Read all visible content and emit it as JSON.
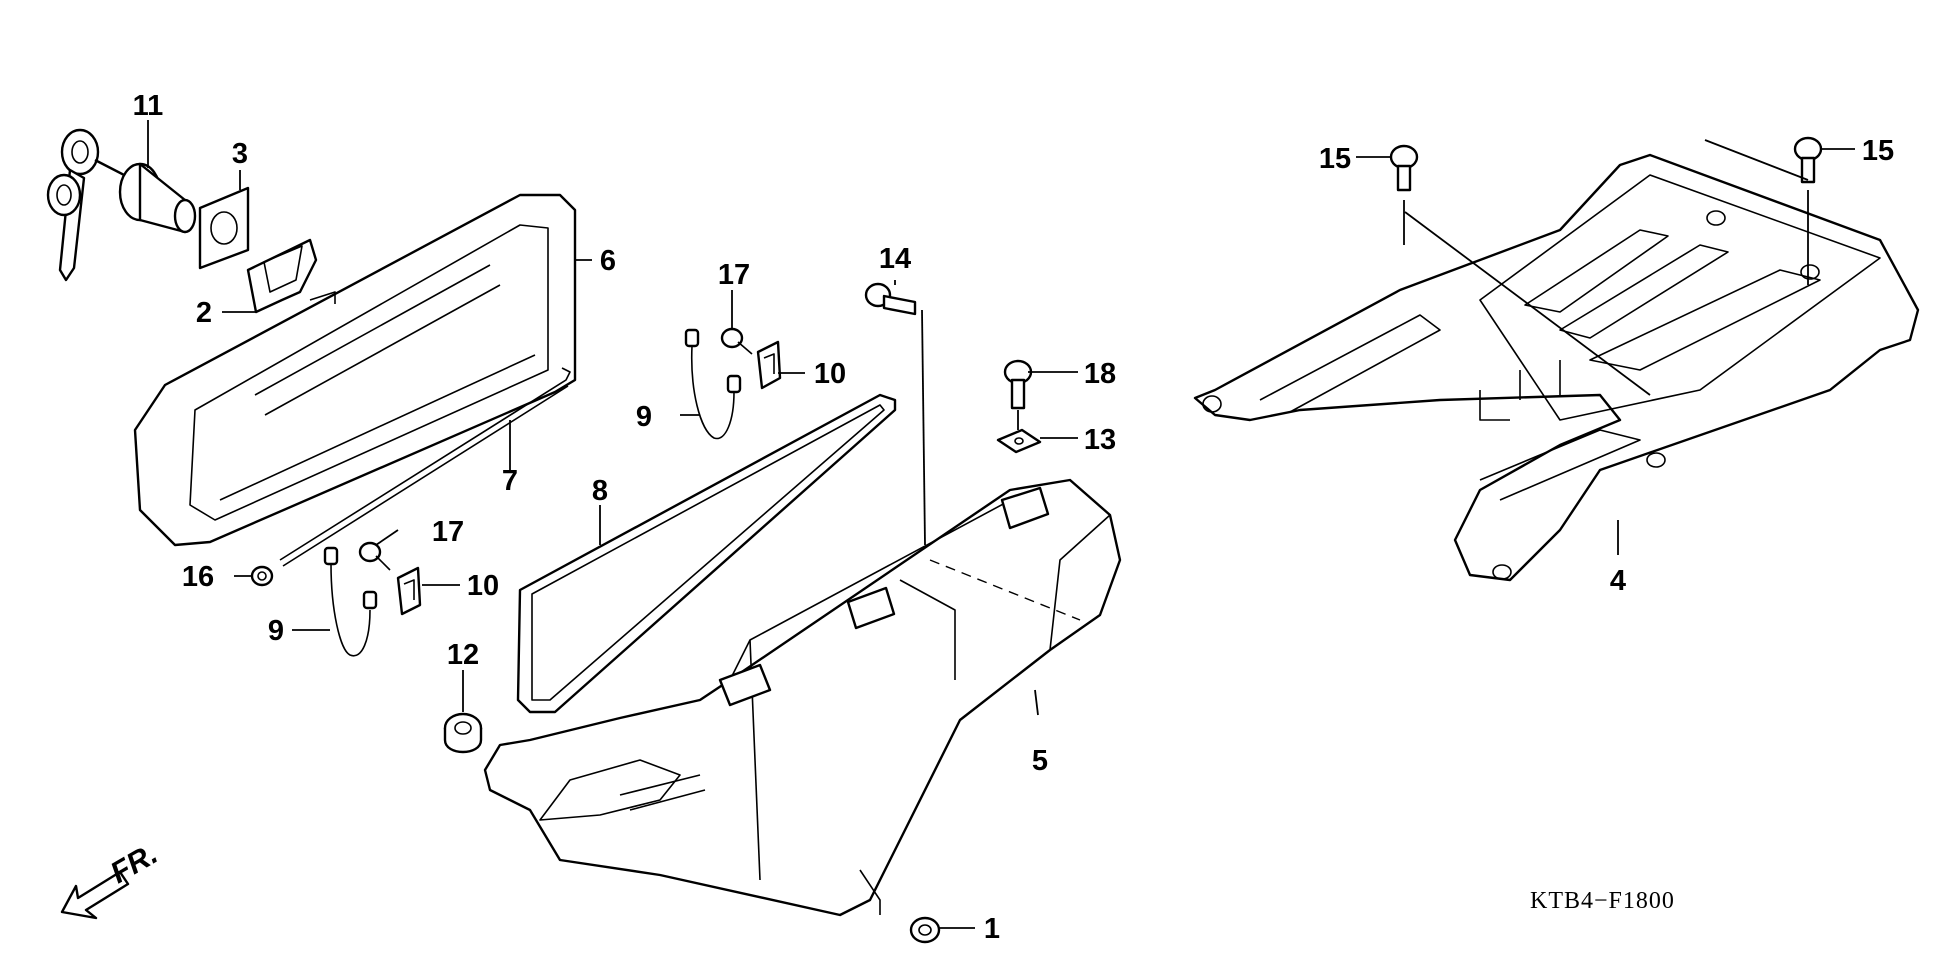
{
  "diagram": {
    "code": "KTB4−F1800",
    "direction_marker": "FR.",
    "callouts": [
      {
        "id": "c1",
        "label": "1"
      },
      {
        "id": "c2",
        "label": "2"
      },
      {
        "id": "c3",
        "label": "3"
      },
      {
        "id": "c4",
        "label": "4"
      },
      {
        "id": "c5",
        "label": "5"
      },
      {
        "id": "c6",
        "label": "6"
      },
      {
        "id": "c7",
        "label": "7"
      },
      {
        "id": "c8",
        "label": "8"
      },
      {
        "id": "c9a",
        "label": "9"
      },
      {
        "id": "c9b",
        "label": "9"
      },
      {
        "id": "c10a",
        "label": "10"
      },
      {
        "id": "c10b",
        "label": "10"
      },
      {
        "id": "c11",
        "label": "11"
      },
      {
        "id": "c12",
        "label": "12"
      },
      {
        "id": "c13",
        "label": "13"
      },
      {
        "id": "c14",
        "label": "14"
      },
      {
        "id": "c15a",
        "label": "15"
      },
      {
        "id": "c15b",
        "label": "15"
      },
      {
        "id": "c16",
        "label": "16"
      },
      {
        "id": "c17a",
        "label": "17"
      },
      {
        "id": "c17b",
        "label": "17"
      },
      {
        "id": "c18",
        "label": "18"
      }
    ]
  }
}
